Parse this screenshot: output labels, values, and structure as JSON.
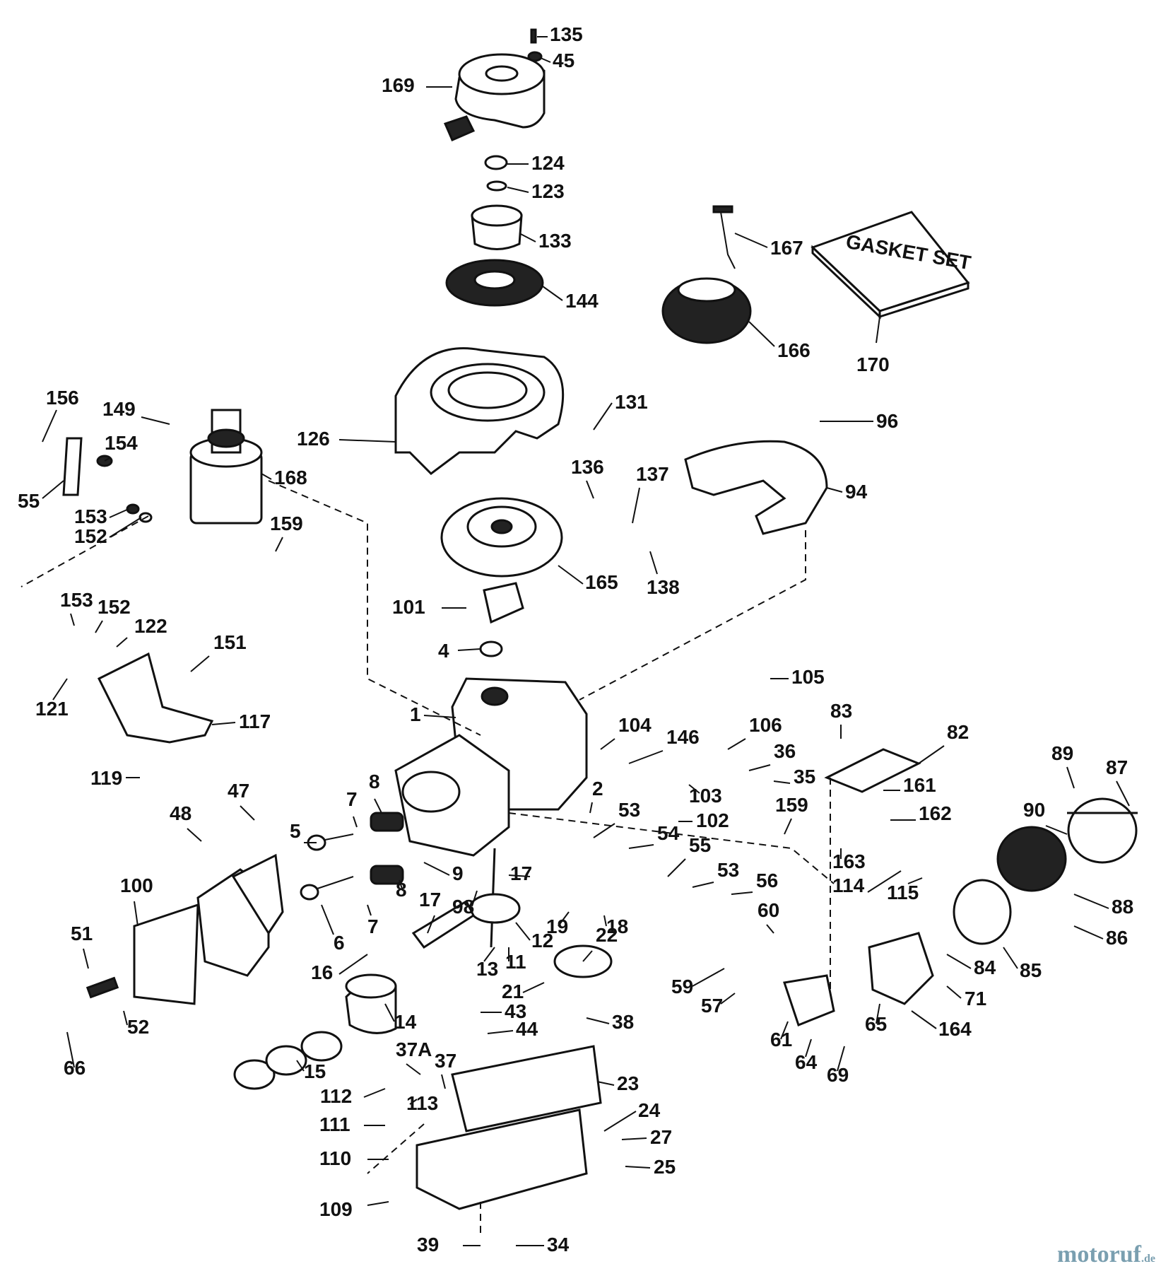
{
  "diagram": {
    "gasket_box_label": "GASKET SET",
    "callouts": [
      {
        "id": "135",
        "label": "135"
      },
      {
        "id": "45",
        "label": "45"
      },
      {
        "id": "169",
        "label": "169"
      },
      {
        "id": "124",
        "label": "124"
      },
      {
        "id": "123",
        "label": "123"
      },
      {
        "id": "133",
        "label": "133"
      },
      {
        "id": "144",
        "label": "144"
      },
      {
        "id": "167",
        "label": "167"
      },
      {
        "id": "166",
        "label": "166"
      },
      {
        "id": "170",
        "label": "170"
      },
      {
        "id": "156",
        "label": "156"
      },
      {
        "id": "149",
        "label": "149"
      },
      {
        "id": "154",
        "label": "154"
      },
      {
        "id": "55a",
        "label": "55"
      },
      {
        "id": "168",
        "label": "168"
      },
      {
        "id": "153a",
        "label": "153"
      },
      {
        "id": "152a",
        "label": "152"
      },
      {
        "id": "159a",
        "label": "159"
      },
      {
        "id": "126",
        "label": "126"
      },
      {
        "id": "131",
        "label": "131"
      },
      {
        "id": "136",
        "label": "136"
      },
      {
        "id": "137",
        "label": "137"
      },
      {
        "id": "96",
        "label": "96"
      },
      {
        "id": "94",
        "label": "94"
      },
      {
        "id": "138",
        "label": "138"
      },
      {
        "id": "165",
        "label": "165"
      },
      {
        "id": "101",
        "label": "101"
      },
      {
        "id": "4",
        "label": "4"
      },
      {
        "id": "153b",
        "label": "153"
      },
      {
        "id": "152b",
        "label": "152"
      },
      {
        "id": "122",
        "label": "122"
      },
      {
        "id": "151",
        "label": "151"
      },
      {
        "id": "121",
        "label": "121"
      },
      {
        "id": "117",
        "label": "117"
      },
      {
        "id": "119",
        "label": "119"
      },
      {
        "id": "105",
        "label": "105"
      },
      {
        "id": "1",
        "label": "1"
      },
      {
        "id": "104",
        "label": "104"
      },
      {
        "id": "146",
        "label": "146"
      },
      {
        "id": "106",
        "label": "106"
      },
      {
        "id": "83",
        "label": "83"
      },
      {
        "id": "82",
        "label": "82"
      },
      {
        "id": "36",
        "label": "36"
      },
      {
        "id": "35",
        "label": "35"
      },
      {
        "id": "103",
        "label": "103"
      },
      {
        "id": "161",
        "label": "161"
      },
      {
        "id": "162",
        "label": "162"
      },
      {
        "id": "89",
        "label": "89"
      },
      {
        "id": "87",
        "label": "87"
      },
      {
        "id": "90",
        "label": "90"
      },
      {
        "id": "2",
        "label": "2"
      },
      {
        "id": "102",
        "label": "102"
      },
      {
        "id": "159b",
        "label": "159"
      },
      {
        "id": "53a",
        "label": "53"
      },
      {
        "id": "54",
        "label": "54"
      },
      {
        "id": "55b",
        "label": "55"
      },
      {
        "id": "53b",
        "label": "53"
      },
      {
        "id": "163",
        "label": "163"
      },
      {
        "id": "114",
        "label": "114"
      },
      {
        "id": "115",
        "label": "115"
      },
      {
        "id": "88",
        "label": "88"
      },
      {
        "id": "86",
        "label": "86"
      },
      {
        "id": "7a",
        "label": "7"
      },
      {
        "id": "8a",
        "label": "8"
      },
      {
        "id": "5",
        "label": "5"
      },
      {
        "id": "47",
        "label": "47"
      },
      {
        "id": "48",
        "label": "48"
      },
      {
        "id": "9",
        "label": "9"
      },
      {
        "id": "17a",
        "label": "17"
      },
      {
        "id": "98",
        "label": "98"
      },
      {
        "id": "56",
        "label": "56"
      },
      {
        "id": "60",
        "label": "60"
      },
      {
        "id": "100",
        "label": "100"
      },
      {
        "id": "8b",
        "label": "8"
      },
      {
        "id": "17b",
        "label": "17"
      },
      {
        "id": "19",
        "label": "19"
      },
      {
        "id": "18",
        "label": "18"
      },
      {
        "id": "84",
        "label": "84"
      },
      {
        "id": "85",
        "label": "85"
      },
      {
        "id": "6",
        "label": "6"
      },
      {
        "id": "7b",
        "label": "7"
      },
      {
        "id": "12",
        "label": "12"
      },
      {
        "id": "22",
        "label": "22"
      },
      {
        "id": "51",
        "label": "51"
      },
      {
        "id": "16",
        "label": "16"
      },
      {
        "id": "13",
        "label": "13"
      },
      {
        "id": "11",
        "label": "11"
      },
      {
        "id": "59",
        "label": "59"
      },
      {
        "id": "71",
        "label": "71"
      },
      {
        "id": "21",
        "label": "21"
      },
      {
        "id": "57",
        "label": "57"
      },
      {
        "id": "14",
        "label": "14"
      },
      {
        "id": "43",
        "label": "43"
      },
      {
        "id": "52",
        "label": "52"
      },
      {
        "id": "38",
        "label": "38"
      },
      {
        "id": "65",
        "label": "65"
      },
      {
        "id": "164",
        "label": "164"
      },
      {
        "id": "61",
        "label": "61"
      },
      {
        "id": "44",
        "label": "44"
      },
      {
        "id": "66",
        "label": "66"
      },
      {
        "id": "15",
        "label": "15"
      },
      {
        "id": "37A",
        "label": "37A"
      },
      {
        "id": "64",
        "label": "64"
      },
      {
        "id": "37",
        "label": "37"
      },
      {
        "id": "69",
        "label": "69"
      },
      {
        "id": "112",
        "label": "112"
      },
      {
        "id": "23",
        "label": "23"
      },
      {
        "id": "113",
        "label": "113"
      },
      {
        "id": "24",
        "label": "24"
      },
      {
        "id": "111",
        "label": "111"
      },
      {
        "id": "27",
        "label": "27"
      },
      {
        "id": "110",
        "label": "110"
      },
      {
        "id": "25",
        "label": "25"
      },
      {
        "id": "109",
        "label": "109"
      },
      {
        "id": "39",
        "label": "39"
      },
      {
        "id": "34",
        "label": "34"
      }
    ]
  },
  "watermark": {
    "text": "motoruf",
    "suffix": ".de"
  }
}
